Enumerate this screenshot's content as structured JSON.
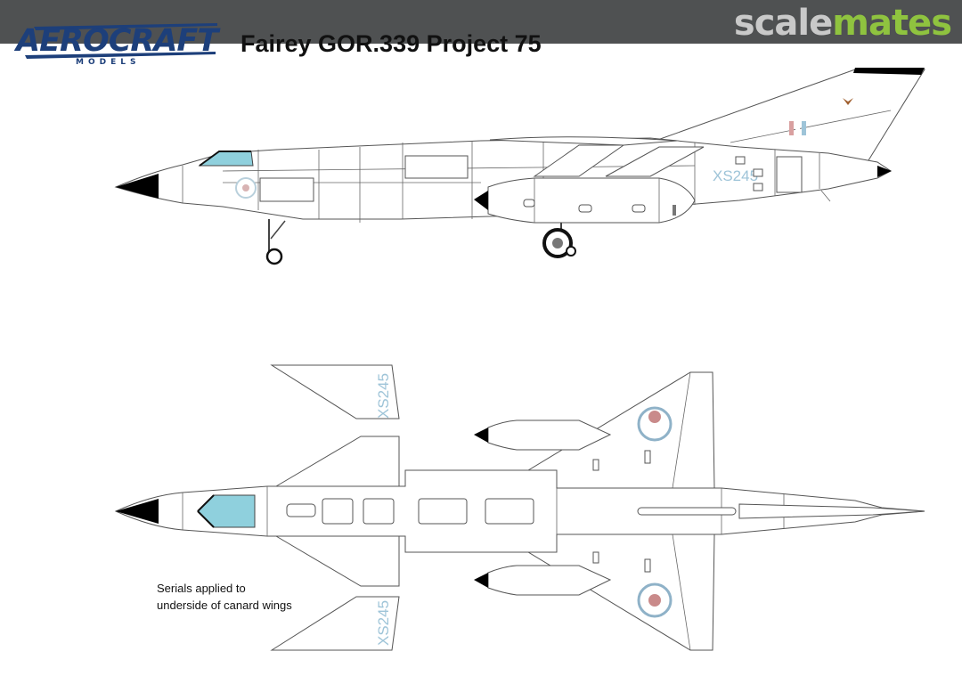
{
  "watermark": {
    "part1": "scale",
    "part2": "mates"
  },
  "logo": {
    "name": "AEROCRAFT",
    "sub": "MODELS"
  },
  "title": "Fairey GOR.339 Project 75",
  "serial": "XS245",
  "note": {
    "line1": "Serials applied to",
    "line2": "underside of canard wings"
  },
  "colors": {
    "header": "#4f5152",
    "roundel_blue": "#6f93b4",
    "roundel_red": "#c98a8a",
    "canopy": "#8fd0dd",
    "serial": "#9ec4d8"
  }
}
